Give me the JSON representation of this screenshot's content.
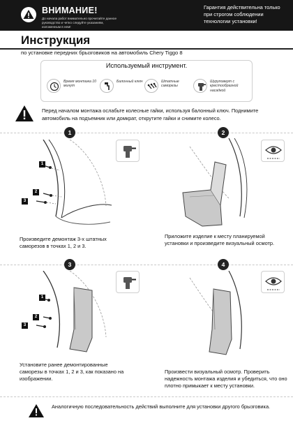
{
  "header": {
    "warning_title": "ВНИМАНИЕ!",
    "warning_note": "До начала работ внимательно прочитайте данное руководство и четко следуйте указаниям, изложенным в нем!",
    "guarantee": "Гарантия действительна только при строгом соблюдении технологии установки!"
  },
  "title": "Инструкция",
  "subtitle": "по установке передних брызговиков на автомобиль Chery Tiggo 8",
  "tools": {
    "heading": "Используемый инструмент.",
    "items": [
      {
        "label": "Время монтажа 10 минут",
        "icon": "clock-icon"
      },
      {
        "label": "Балонный ключ",
        "icon": "wrench-icon"
      },
      {
        "label": "Штатные саморезы",
        "icon": "screws-icon"
      },
      {
        "label": "Шуруповерт с крестообразной насадкой",
        "icon": "screwdriver-icon"
      }
    ]
  },
  "caution": "Перед началом монтажа ослабьте колесные гайки, используя балонный ключ. Поднимите автомобиль на подъемник или домкрат, открутите гайки и снимите колесо.",
  "steps": [
    {
      "number": "1",
      "text": "Произведите демонтаж 3-х штатных саморезов в точках 1, 2 и 3."
    },
    {
      "number": "2",
      "text": "Приложите изделие к месту планируемой установки и произведите визуальный осмотр."
    },
    {
      "number": "3",
      "text": "Установите ранее демонтированные саморезы в точках 1, 2 и 3, как показано на изображении."
    },
    {
      "number": "4",
      "text": "Произвести визуальный осмотр. Проверить надежность монтажа изделия и убедиться, что оно плотно примыкает к месту установки."
    }
  ],
  "markers": [
    "1",
    "2",
    "3"
  ],
  "footer": "Аналогичную последовательность действий выполните для установки другого брызговика.",
  "colors": {
    "header_bg": "#161616",
    "step_badge": "#222222",
    "flap": "#c9c9c9"
  }
}
